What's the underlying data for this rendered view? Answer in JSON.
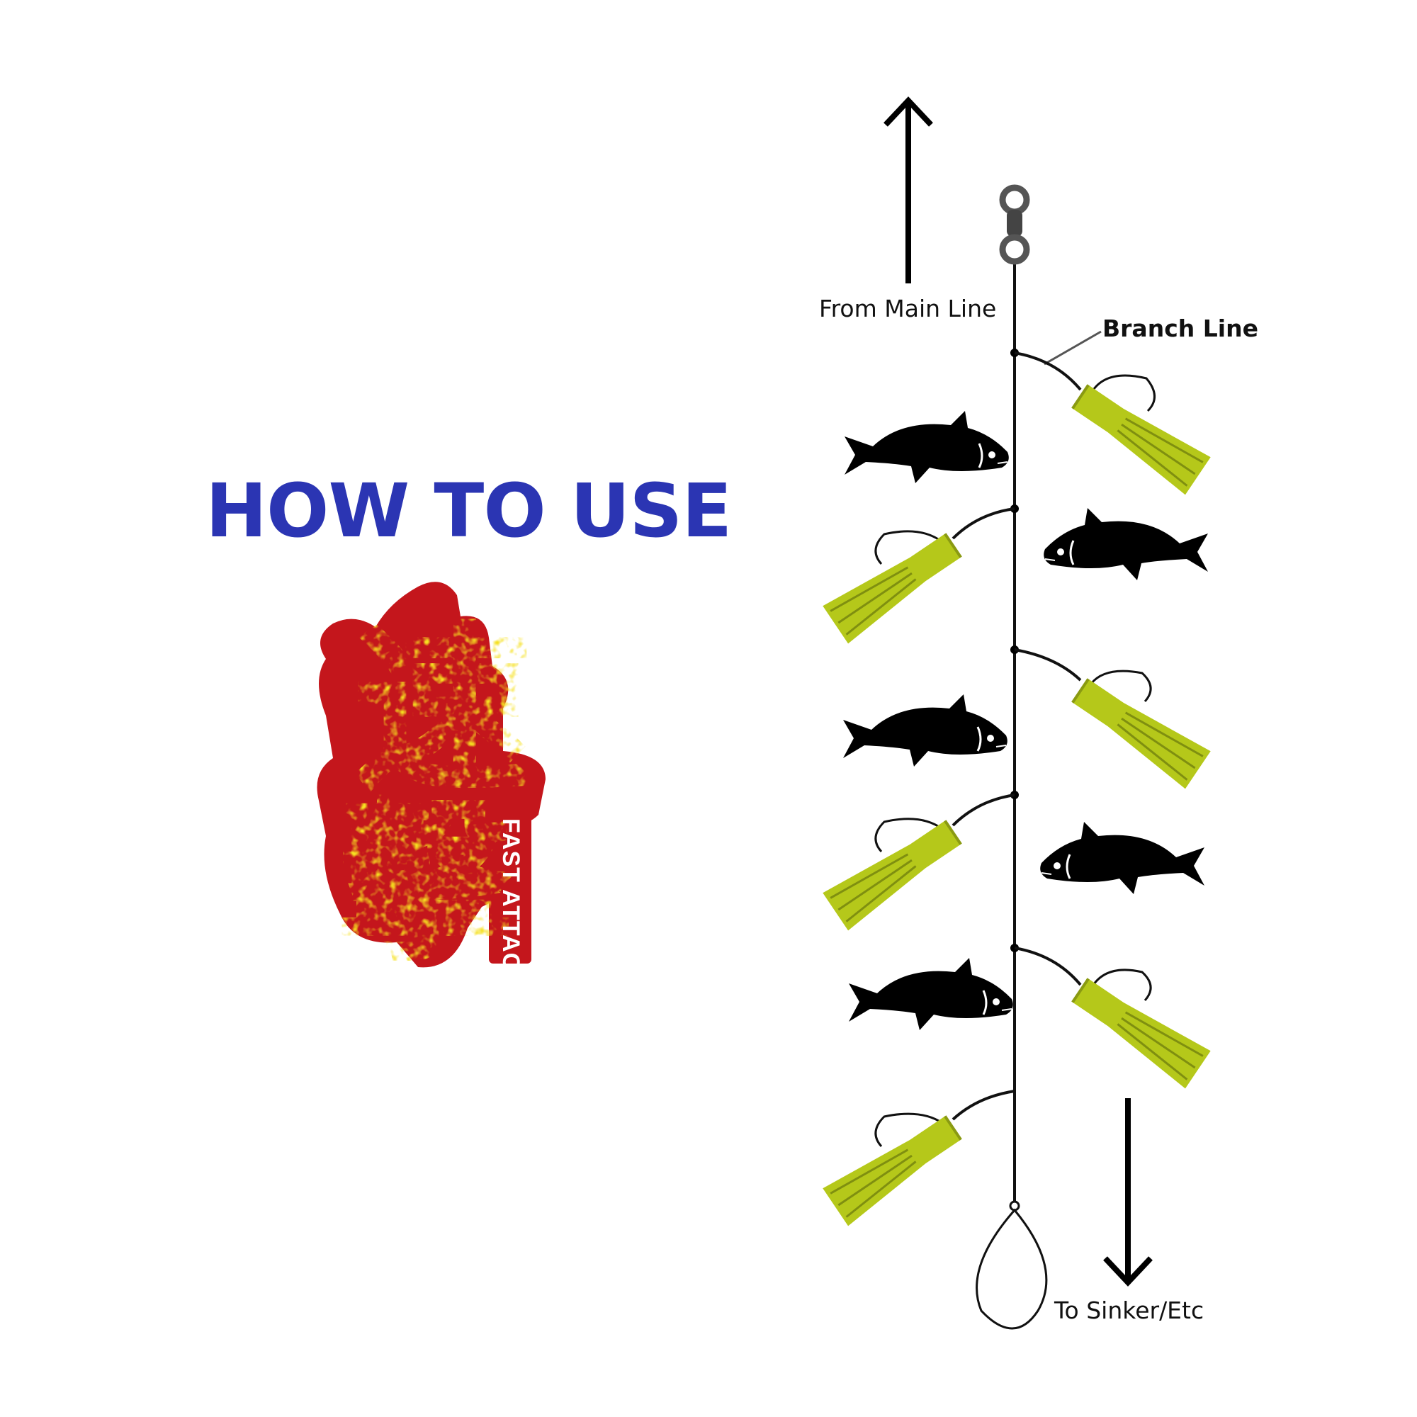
{
  "heading": "HOW TO USE",
  "logo": {
    "chinese_text": "速擊",
    "english_text": "FAST ATTACK"
  },
  "labels": {
    "from_main_line": "From Main Line",
    "branch_line": "Branch Line",
    "to_sinker": "To Sinker/Etc"
  },
  "colors": {
    "heading": "#2b35b3",
    "lure_skirt": "#b5c81a",
    "logo_red": "#c4161c",
    "logo_yellow": "#f5e020",
    "line": "#111111"
  },
  "icons": [
    "arrow-up-icon",
    "swivel-icon",
    "fish-icon",
    "lure-icon",
    "hook-icon",
    "arrow-down-icon",
    "snap-loop-icon"
  ]
}
